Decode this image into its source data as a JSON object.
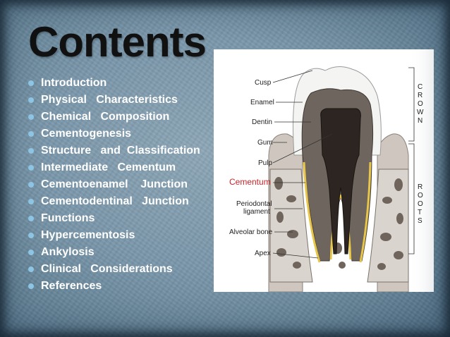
{
  "slide": {
    "title": "Contents",
    "items": [
      "Introduction",
      "Physical   Characteristics",
      "Chemical   Composition",
      "Cementogenesis",
      "Structure   and  Classification",
      "Intermediate   Cementum",
      "Cementoenamel    Junction",
      "Cementodentinal   Junction",
      "Functions",
      "Hypercementosis",
      "Ankylosis",
      "Clinical   Considerations",
      "References"
    ],
    "bullet_color": "#8fc7e6"
  },
  "diagram": {
    "labels": {
      "cusp": "Cusp",
      "enamel": "Enamel",
      "dentin": "Dentin",
      "gum": "Gum",
      "pulp": "Pulp",
      "cementum": "Cementum",
      "periodontal_1": "Periodontal",
      "periodontal_2": "ligament",
      "alveolar_bone": "Alveolar bone",
      "apex": "Apex"
    },
    "crown_letters": [
      "C",
      "R",
      "O",
      "W",
      "N"
    ],
    "roots_letters": [
      "R",
      "O",
      "O",
      "T",
      "S"
    ],
    "cementum_color": "#c8242b"
  }
}
